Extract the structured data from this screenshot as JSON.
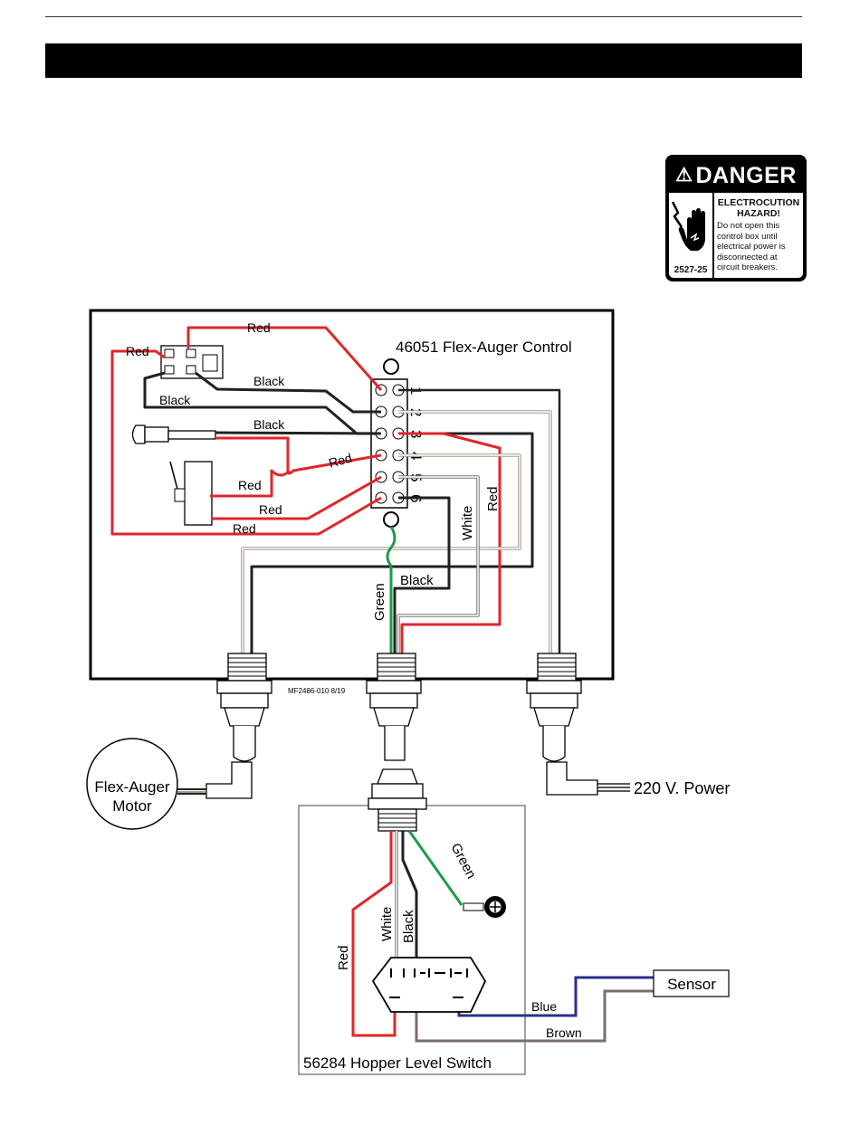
{
  "danger_sign": {
    "heading": "DANGER",
    "hazard": "ELECTROCUTION HAZARD!",
    "text": "Do not open this control box until electrical power is disconnected at circuit breakers.",
    "code": "2527-25",
    "icon": "electrocution-hand-icon"
  },
  "diagram": {
    "control_title": "46051 Flex-Auger Control",
    "terminal_numbers": [
      "1",
      "2",
      "3",
      "4",
      "5",
      "6"
    ],
    "figure_code": "MF2486-010 8/19",
    "motor_line1": "Flex-Auger",
    "motor_line2": "Motor",
    "power_label": "220 V. Power",
    "hopper_title": "56284 Hopper Level Switch",
    "sensor_label": "Sensor",
    "wire_labels": {
      "red_top": "Red",
      "red_left": "Red",
      "black_switch": "Black",
      "black_switch_lower": "Black",
      "black_light": "Black",
      "red_t4": "Red",
      "red_toggle": "Red",
      "red_lower1": "Red",
      "red_lower2": "Red",
      "white_vertical": "White",
      "red_vertical": "Red",
      "black_bottom": "Black",
      "green_vertical": "Green",
      "green_hopper": "Green",
      "red_hopper": "Red",
      "white_hopper": "White",
      "black_hopper": "Black",
      "blue": "Blue",
      "brown": "Brown"
    }
  },
  "colors": {
    "red": "#e0262b",
    "black": "#222222",
    "green": "#1e9b4a",
    "blue": "#2b2f8f",
    "brown": "#7a6e6a",
    "danger_bg": "#000000"
  }
}
